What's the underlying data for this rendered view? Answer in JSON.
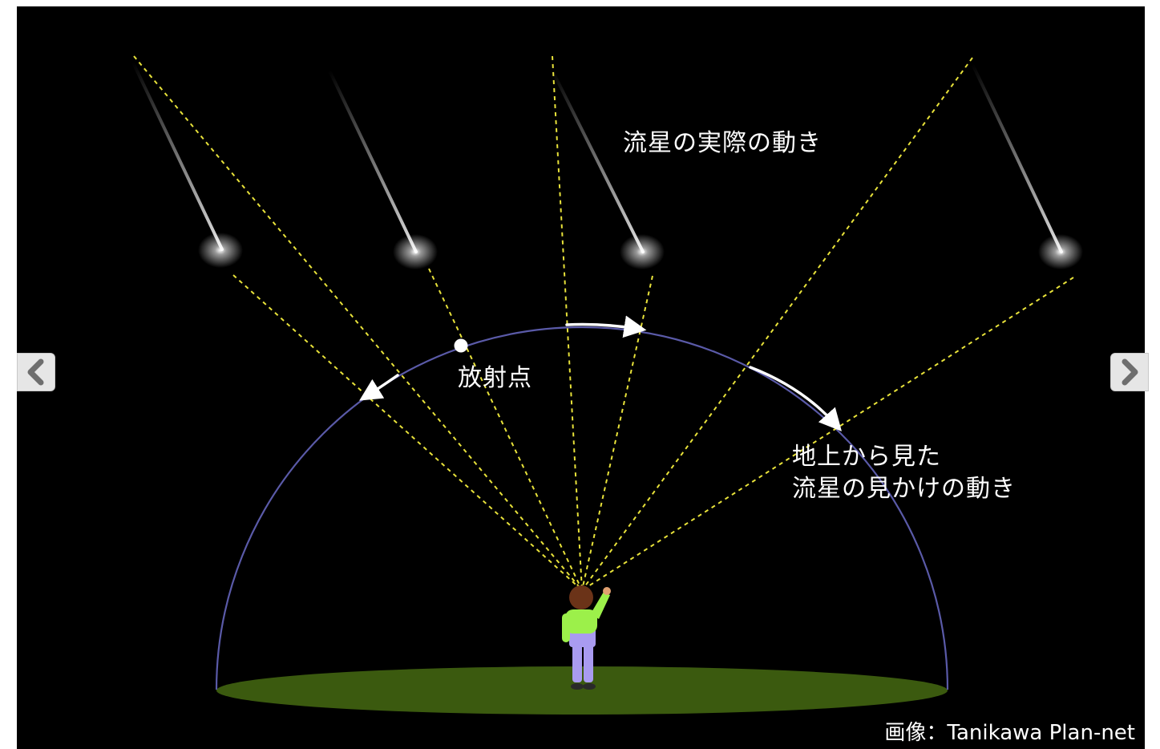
{
  "diagram": {
    "title_actual": "流星の実際の動き",
    "label_radiant": "放射点",
    "label_apparent_line1": "地上から見た",
    "label_apparent_line2": "流星の見かけの動き",
    "credit": "画像：Tanikawa Plan-net"
  },
  "navigation": {
    "prev_icon": "chevron-left-icon",
    "next_icon": "chevron-right-icon"
  },
  "colors": {
    "background": "#000000",
    "dome": "#5a5aa8",
    "sight_lines": "#e8e23a",
    "ground": "#3b5a0f",
    "arrows": "#ffffff",
    "nav_button": "#e6e6e6"
  }
}
